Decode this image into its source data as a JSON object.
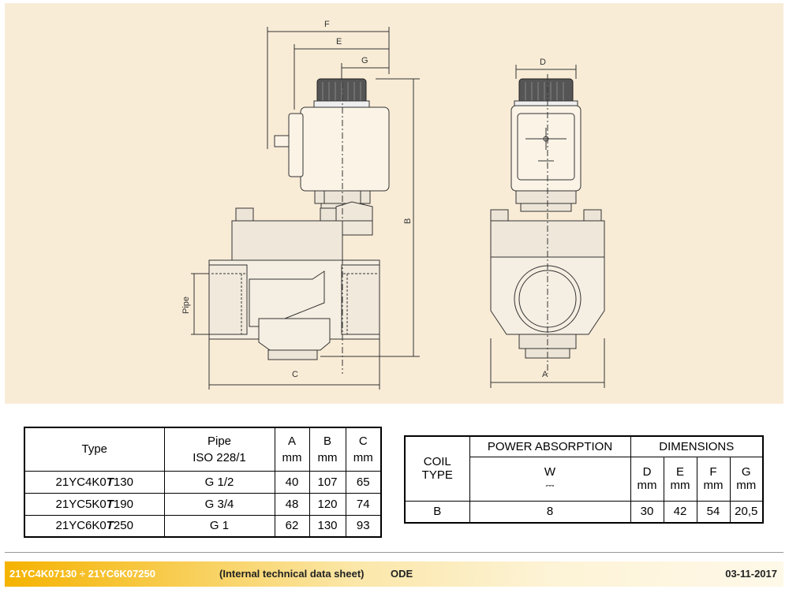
{
  "drawing": {
    "labels": {
      "F": "F",
      "E": "E",
      "G": "G",
      "D": "D",
      "B": "B",
      "C": "C",
      "A": "A",
      "pipe": "Pipe"
    }
  },
  "type_table": {
    "headers": {
      "type": "Type",
      "pipe_line1": "Pipe",
      "pipe_line2": "ISO 228/1",
      "a_line1": "A",
      "a_line2": "mm",
      "b_line1": "B",
      "b_line2": "mm",
      "c_line1": "C",
      "c_line2": "mm"
    },
    "rows": [
      {
        "type_prefix": "21YC4K0",
        "type_mid": "T",
        "type_suffix": "130",
        "pipe": "G 1/2",
        "a": "40",
        "b": "107",
        "c": "65"
      },
      {
        "type_prefix": "21YC5K0",
        "type_mid": "T",
        "type_suffix": "190",
        "pipe": "G 3/4",
        "a": "48",
        "b": "120",
        "c": "74"
      },
      {
        "type_prefix": "21YC6K0",
        "type_mid": "T",
        "type_suffix": "250",
        "pipe": "G 1",
        "a": "62",
        "b": "130",
        "c": "93"
      }
    ]
  },
  "coil_table": {
    "headers": {
      "coil_line1": "COIL",
      "coil_line2": "TYPE",
      "power": "POWER ABSORPTION",
      "dimensions": "DIMENSIONS",
      "w": "W",
      "d": "D",
      "e": "E",
      "f": "F",
      "g": "G",
      "unit": "mm"
    },
    "row": {
      "coil": "B",
      "power": "8",
      "d": "30",
      "e": "42",
      "f": "54",
      "g": "20,5"
    }
  },
  "footer": {
    "code": "21YC4K07130 ÷ 21YC6K07250",
    "description": "(Internal technical data sheet)",
    "brand": "ODE",
    "date": "03-11-2017"
  }
}
